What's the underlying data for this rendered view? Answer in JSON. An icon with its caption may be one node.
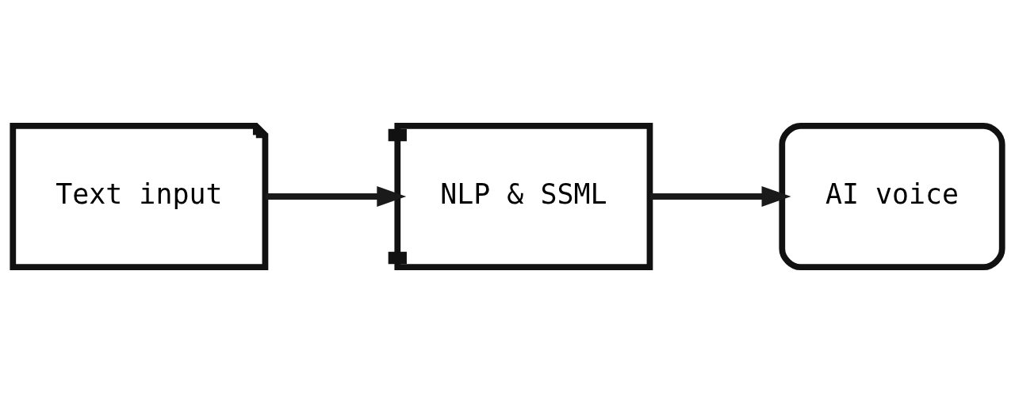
{
  "diagram": {
    "nodes": [
      {
        "text": [
          "Text input"
        ]
      },
      {
        "text": [
          "NLP & SSML"
        ]
      },
      {
        "text": [
          "AI voice"
        ]
      }
    ],
    "edges": [
      {
        "from": 0,
        "to": 1,
        "arrow": "to"
      },
      {
        "from": 1,
        "to": 2,
        "arrow": "to"
      }
    ]
  }
}
